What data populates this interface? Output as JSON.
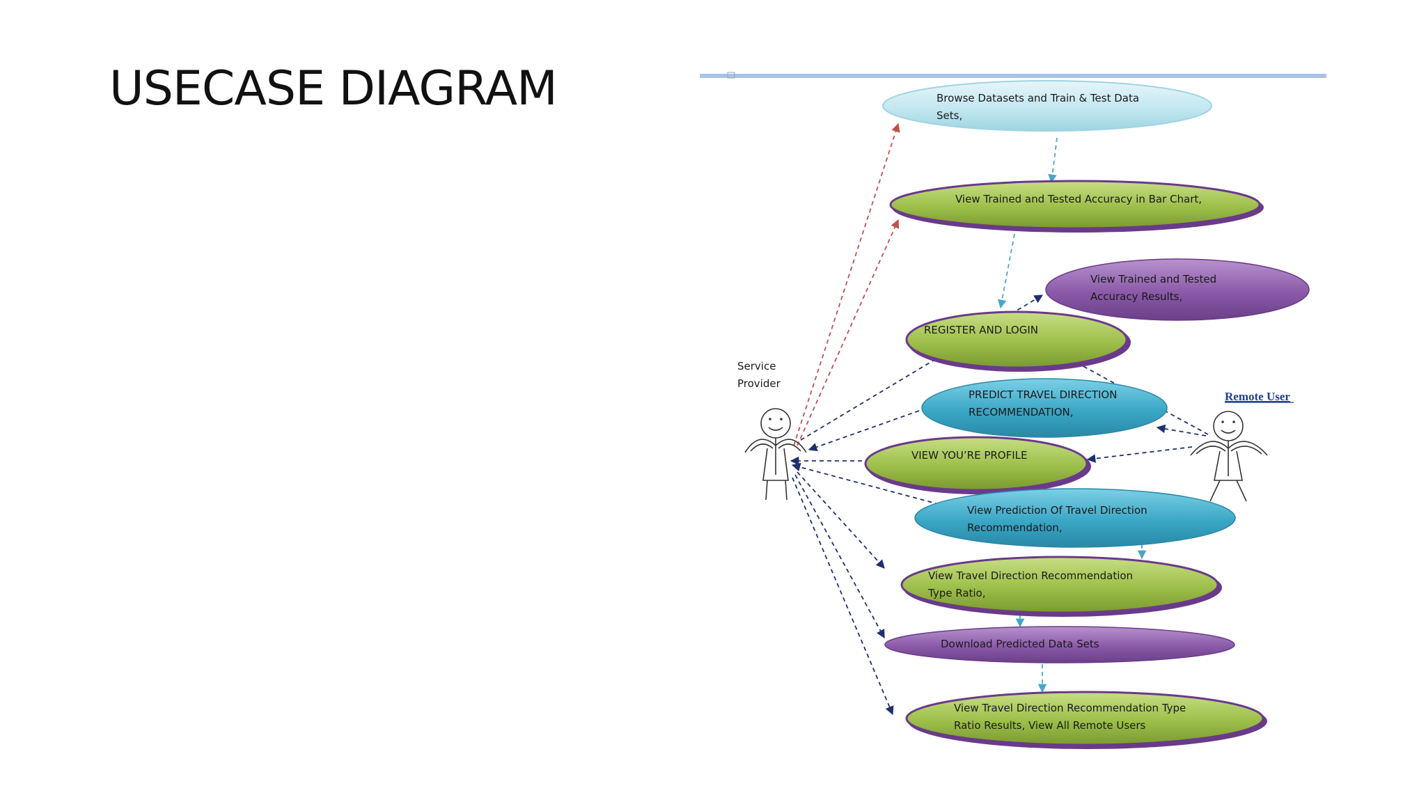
{
  "slide": {
    "title": "USECASE DIAGRAM"
  },
  "actors": {
    "service_provider": {
      "line1": "Service",
      "line2": "Provider"
    },
    "remote_user": {
      "label": "Remote User"
    }
  },
  "use_cases": {
    "browse": {
      "line1": "Browse Datasets  and Train & Test Data",
      "line2": "Sets,"
    },
    "view_trained_bar": {
      "line1": "View Trained and Tested Accuracy  in Bar Chart,"
    },
    "view_trained_results": {
      "line1": "View Trained and Tested",
      "line2": "Accuracy Results,"
    },
    "register": {
      "line1": "REGISTER AND LOGIN"
    },
    "predict": {
      "line1": "PREDICT TRAVEL DIRECTION",
      "line2": "RECOMMENDATION,"
    },
    "profile": {
      "line1": "VIEW YOU’RE PROFILE"
    },
    "view_prediction": {
      "line1": "View Prediction  Of Travel Direction",
      "line2": "Recommendation,"
    },
    "type_ratio": {
      "line1": "View Travel Direction  Recommendation",
      "line2": "Type Ratio,"
    },
    "download": {
      "line1": "Download  Predicted  Data Sets"
    },
    "ratio_results": {
      "line1": "View Travel Direction  Recommendation  Type",
      "line2": "Ratio Results,  View All Remote  Users"
    }
  },
  "colors": {
    "green": "#9dbf4a",
    "purple": "#8a5aa8",
    "teal": "#3aa7c6",
    "light_cyan": "#bfe6ef",
    "border_purple": "#6a3a8a",
    "arrow_navy": "#1f2f6e",
    "arrow_red": "#c0504d",
    "arrow_teal": "#4aa5c8",
    "ruler_blue": "#a8c4e4"
  }
}
